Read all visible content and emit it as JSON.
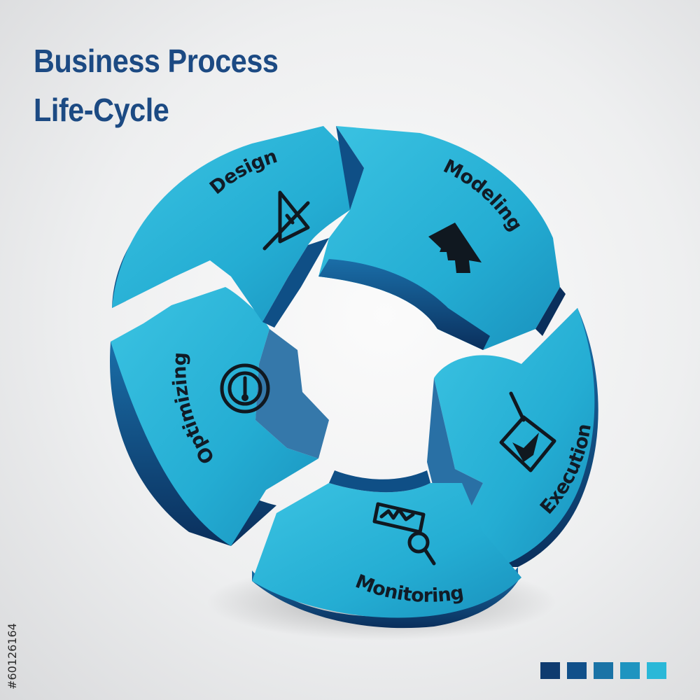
{
  "title": {
    "line1": "Business Process",
    "line2": "Life-Cycle"
  },
  "stages": [
    {
      "label": "Design",
      "icon": "drafting-triangle-icon"
    },
    {
      "label": "Modeling",
      "icon": "house-arrow-icon"
    },
    {
      "label": "Execution",
      "icon": "checkbox-checked-icon"
    },
    {
      "label": "Monitoring",
      "icon": "magnifier-chart-icon"
    },
    {
      "label": "Optimizing",
      "icon": "gauge-dial-icon"
    }
  ],
  "stock_id": "#60126164",
  "colors": {
    "title": "#1c4a83",
    "segment_top": "#2ab3d6",
    "segment_side": "#0f4f86",
    "segment_dark": "#0a2f5c",
    "label": "#111b26"
  },
  "swatches": [
    "#0f3b6f",
    "#11508a",
    "#1a73a6",
    "#1e94c0",
    "#2ab8d8"
  ]
}
